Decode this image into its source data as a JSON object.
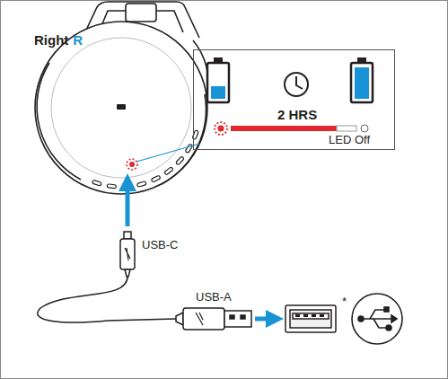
{
  "diagram": {
    "nodes": [
      {
        "text": [
          "2 HRS",
          "LED Off"
        ]
      }
    ],
    "labels": [
      "Right",
      "R",
      "USB-C",
      "USB-A",
      "*"
    ]
  }
}
